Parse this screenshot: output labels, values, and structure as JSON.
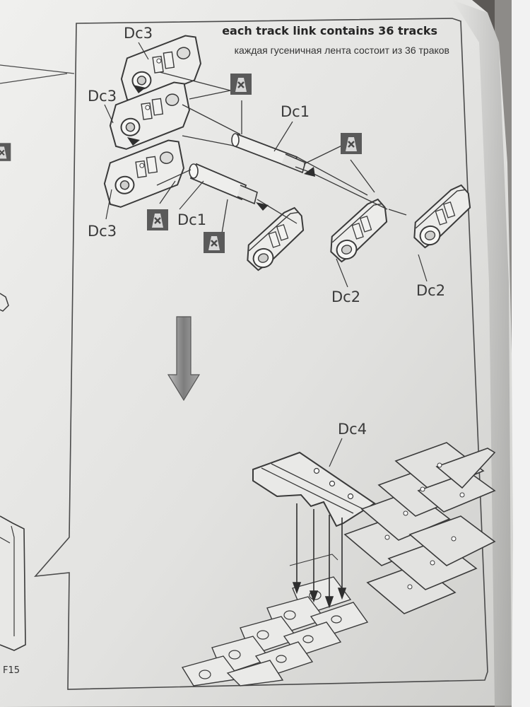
{
  "header": {
    "line_en": "each track link contains 36 tracks",
    "line_ru": "каждая гусеничная лента состоит из 36 траков"
  },
  "labels": {
    "dc3_top": "Dc3",
    "dc3_mid": "Dc3",
    "dc3_low": "Dc3",
    "dc1_upper": "Dc1",
    "dc1_lower": "Dc1",
    "dc2_left": "Dc2",
    "dc2_right": "Dc2",
    "dc4": "Dc4"
  },
  "margin_label": "F15",
  "icons": {
    "no_glue_icon": "no-glue-icon",
    "direction_arrow": "down-arrow-icon"
  },
  "colors": {
    "paper": "#e6e6e6",
    "ink": "#3a3a3a",
    "arrow_fill": "#8c8c8c",
    "icon_dark": "#555555"
  }
}
